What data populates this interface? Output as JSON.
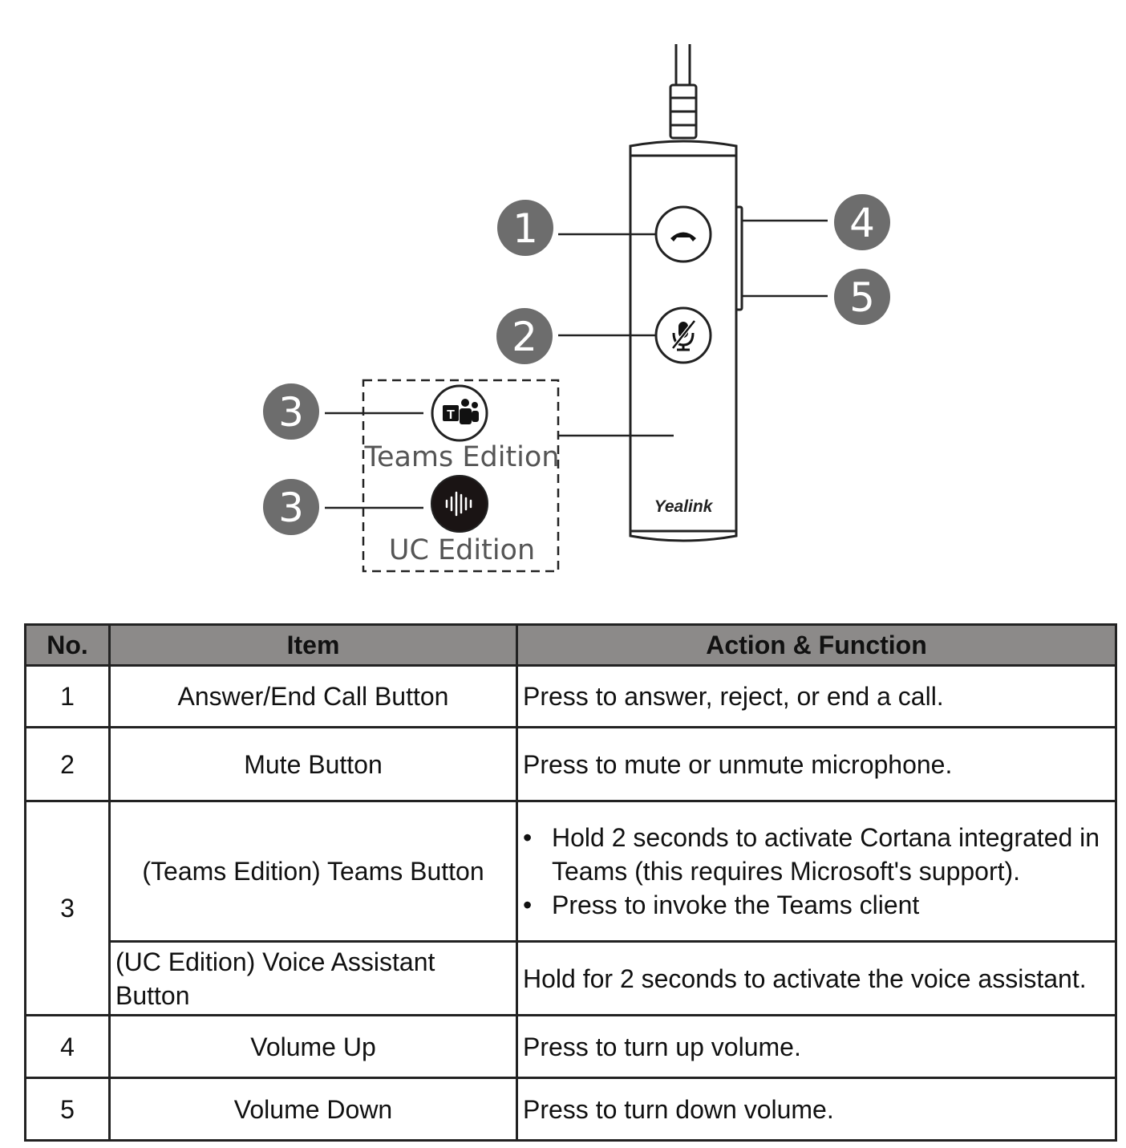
{
  "diagram": {
    "brand": "Yealink",
    "editions": {
      "teams": "Teams Edition",
      "uc": "UC Edition"
    },
    "callouts": [
      "1",
      "2",
      "3",
      "3",
      "4",
      "5"
    ],
    "icons": [
      "call-end-icon",
      "mic-mute-icon",
      "teams-logo-icon",
      "voice-assistant-icon"
    ]
  },
  "table": {
    "headers": {
      "no": "No.",
      "item": "Item",
      "action": "Action & Function"
    },
    "rows": [
      {
        "no": "1",
        "item": "Answer/End Call Button",
        "action": "Press to answer, reject, or end a call."
      },
      {
        "no": "2",
        "item": "Mute Button",
        "action": "Press to mute or unmute microphone."
      },
      {
        "no": "3",
        "item": "(Teams Edition) Teams Button",
        "bullets": [
          "Hold 2 seconds to activate Cortana integrated in Teams (this requires Microsoft's support).",
          "Press to invoke the Teams client"
        ],
        "item2": "(UC Edition) Voice Assistant Button",
        "action2": "Hold for 2 seconds to activate the voice assistant."
      },
      {
        "no": "4",
        "item": "Volume Up",
        "action": "Press to turn up volume."
      },
      {
        "no": "5",
        "item": "Volume Down",
        "action": "Press to turn down volume."
      }
    ]
  }
}
